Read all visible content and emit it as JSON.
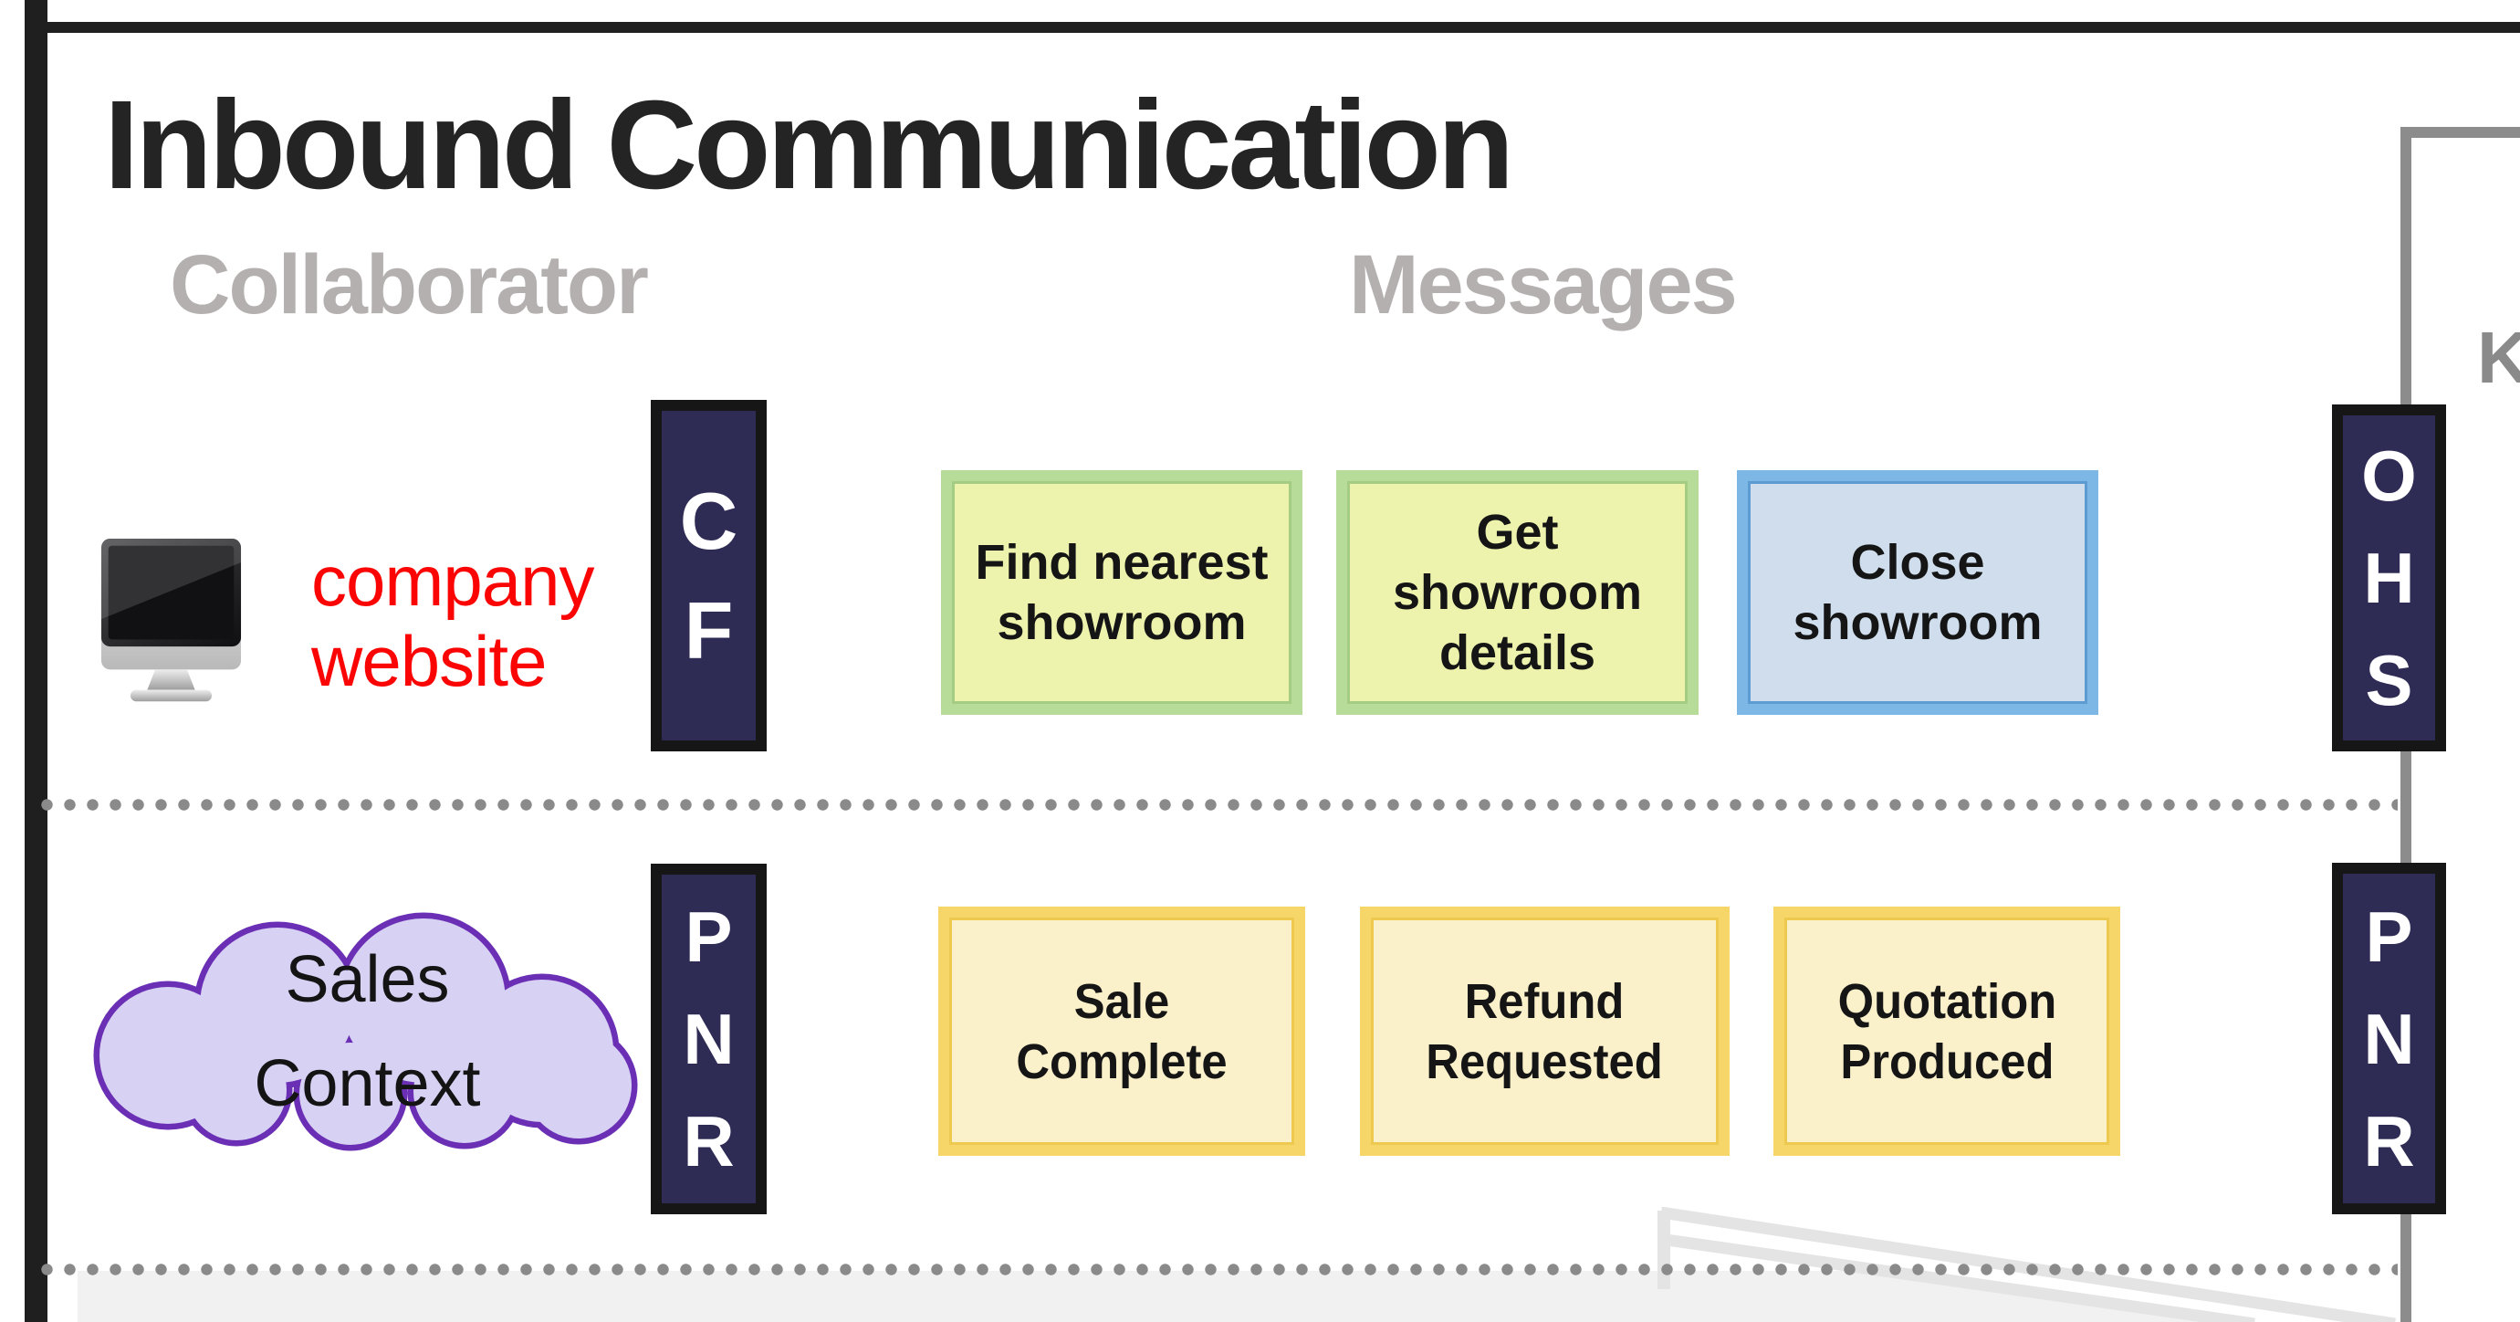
{
  "title": "Inbound Communication",
  "column_headers": {
    "collaborator": "Collaborator",
    "messages": "Messages"
  },
  "knowledge_partial_label": "K",
  "row1": {
    "collaborator_label_lines": [
      "company",
      "website"
    ],
    "collaborator_icon": "desktop-computer-icon",
    "port_left_letters": [
      "C",
      "F"
    ],
    "boxes": [
      {
        "style": "green",
        "lines": [
          "Find nearest",
          "showroom"
        ]
      },
      {
        "style": "green",
        "lines": [
          "Get",
          "showroom",
          "details"
        ]
      },
      {
        "style": "blue",
        "lines": [
          "Close",
          "showroom"
        ]
      }
    ],
    "port_right_letters": [
      "O",
      "H",
      "S"
    ]
  },
  "row2": {
    "collaborator_cloud_lines": [
      "Sales",
      "Context"
    ],
    "port_left_letters": [
      "P",
      "N",
      "R"
    ],
    "boxes": [
      {
        "style": "yellow",
        "lines": [
          "Sale",
          "Complete"
        ]
      },
      {
        "style": "yellow",
        "lines": [
          "Refund",
          "Requested"
        ]
      },
      {
        "style": "yellow",
        "lines": [
          "Quotation",
          "Produced"
        ]
      }
    ],
    "port_right_letters": [
      "P",
      "N",
      "R"
    ]
  },
  "colors": {
    "frame_border": "#1f1f1f",
    "title_text": "#242424",
    "column_header_text": "#b4b0af",
    "port_fill": "#2e2c55",
    "port_border": "#161616",
    "port_letter": "#ffffff",
    "green_box_border": "#b7dc99",
    "green_box_inner_line": "#a4cd83",
    "green_box_fill": "#edf3ac",
    "blue_box_border": "#7cb7e6",
    "blue_box_inner_line": "#5d9bd3",
    "blue_box_fill": "#cfdded",
    "yellow_box_border": "#f6d569",
    "yellow_box_inner_line": "#eec94f",
    "yellow_box_fill": "#faf0ca",
    "box_text": "#151515",
    "cloud_border": "#6a2fb4",
    "cloud_fill": "#d7d1f4",
    "collaborator_red_text": "#fa0404",
    "connector_gray": "#8c8c8c",
    "divider_dots": "#8a8a8a",
    "partial_label_text": "#8a8a8a",
    "bottom_panel_fill": "#f1f1f1",
    "flow_outline_gray": "#e4e4e4"
  }
}
